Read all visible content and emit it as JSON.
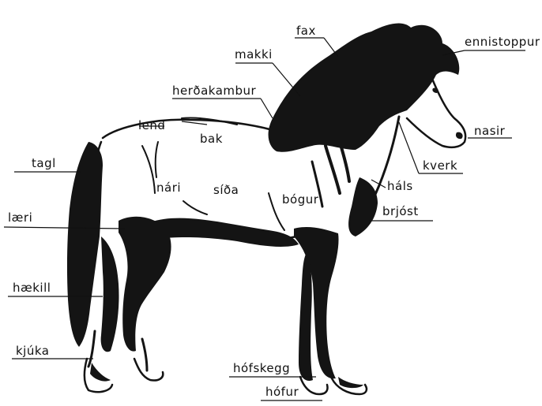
{
  "labels": {
    "fax": "fax",
    "ennistoppur": "ennistoppur",
    "makki": "makki",
    "herdakambur": "herðakambur",
    "nasir": "nasir",
    "lend": "lend",
    "bak": "bak",
    "tagl": "tagl",
    "kverk": "kverk",
    "hals": "háls",
    "nari": "nári",
    "sida": "síða",
    "bogur": "bógur",
    "brjost": "brjóst",
    "laeri": "læri",
    "haekill": "hækill",
    "kjuka": "kjúka",
    "hofskegg": "hófskegg",
    "hofur": "hófur"
  }
}
